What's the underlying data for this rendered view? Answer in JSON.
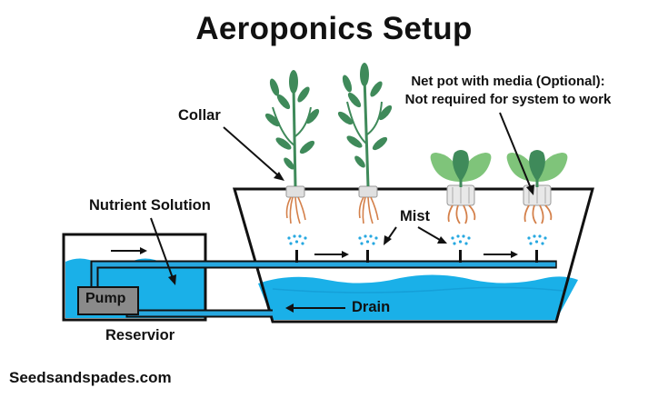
{
  "title": "Aeroponics Setup",
  "labels": {
    "collar": "Collar",
    "net_pot_line1": "Net pot with media (Optional):",
    "net_pot_line2": "Not required for system to work",
    "nutrient_solution": "Nutrient Solution",
    "mist": "Mist",
    "pump": "Pump",
    "drain": "Drain",
    "reservoir": "Reservior"
  },
  "credit": "Seedsandspades.com",
  "colors": {
    "water": "#1ab0e8",
    "water_dark": "#0f8fc9",
    "pipe": "#27a8e0",
    "outline": "#111111",
    "pump_box": "#8a8a8a",
    "leaf_dark": "#3f8a5a",
    "leaf_light": "#7fc47a",
    "root": "#d4804a"
  },
  "icons": [
    "eucalyptus-sprig-icon",
    "lettuce-seedling-icon",
    "mist-spray-icon",
    "flow-arrow-icon"
  ]
}
